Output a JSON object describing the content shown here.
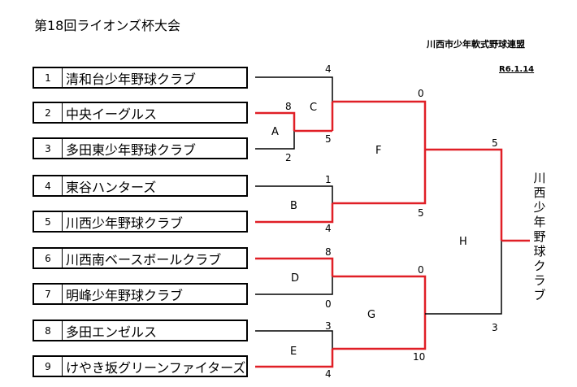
{
  "header": {
    "title": "第18回ライオンズ杯大会",
    "organizer": "川西市少年軟式野球連盟",
    "date": "R6.1.14"
  },
  "teams": [
    {
      "seed": "1",
      "name": "清和台少年野球クラブ"
    },
    {
      "seed": "2",
      "name": "中央イーグルス"
    },
    {
      "seed": "3",
      "name": "多田東少年野球クラブ"
    },
    {
      "seed": "4",
      "name": "東谷ハンターズ"
    },
    {
      "seed": "5",
      "name": "川西少年野球クラブ"
    },
    {
      "seed": "6",
      "name": "川西南ベースボールクラブ"
    },
    {
      "seed": "7",
      "name": "明峰少年野球クラブ"
    },
    {
      "seed": "8",
      "name": "多田エンゼルス"
    },
    {
      "seed": "9",
      "name": "けやき坂グリーンファイターズ"
    }
  ],
  "matches": {
    "A": {
      "label": "A",
      "score_top": "8",
      "score_bottom": "2"
    },
    "B": {
      "label": "B",
      "score_top": "1",
      "score_bottom": "4"
    },
    "C": {
      "label": "C",
      "score_top": "4",
      "score_bottom": "5"
    },
    "D": {
      "label": "D",
      "score_top": "8",
      "score_bottom": "0"
    },
    "E": {
      "label": "E",
      "score_top": "3",
      "score_bottom": "4"
    },
    "F": {
      "label": "F",
      "score_top": "0",
      "score_bottom": "5"
    },
    "G": {
      "label": "G",
      "score_top": "0",
      "score_bottom": "10"
    },
    "H": {
      "label": "H",
      "score_top": "5",
      "score_bottom": "3"
    }
  },
  "champion": {
    "name": "川西少年野球クラブ"
  },
  "colors": {
    "winner_line": "#e01f26",
    "line": "#000000"
  }
}
